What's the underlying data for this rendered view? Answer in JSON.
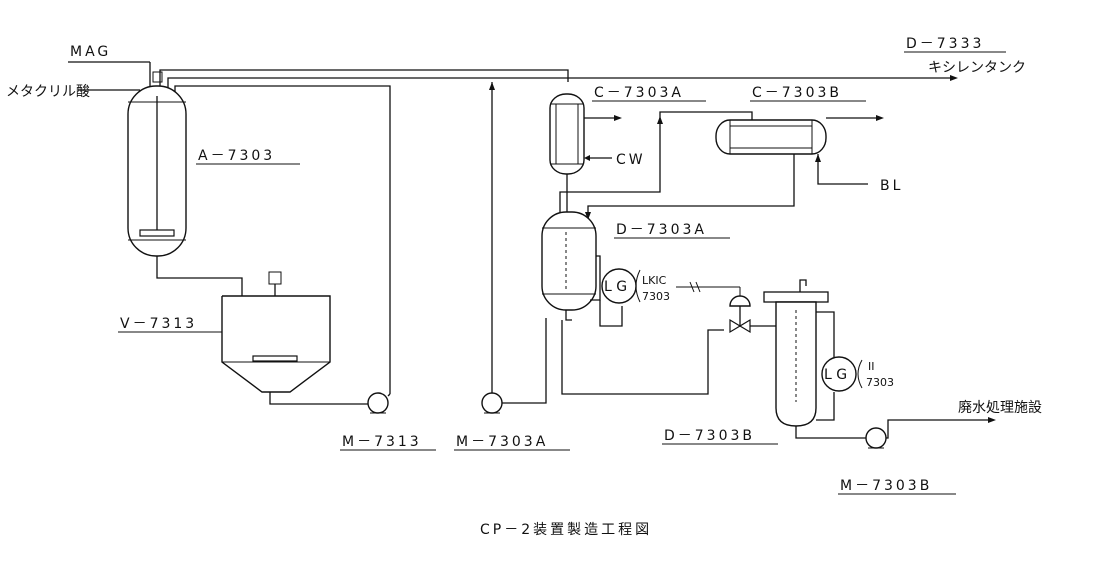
{
  "diagram": {
    "inputs": {
      "mag": "MAG",
      "methacrylic_acid": "メタクリル酸",
      "cw": "CW",
      "bl": "BL"
    },
    "outputs": {
      "xylene_tank_id": "D－7333",
      "xylene_tank": "キシレンタンク",
      "wastewater": "廃水処理施設"
    },
    "equipment": {
      "reactor": "A－7303",
      "v7313": "V－7313",
      "c7303a": "C－7303A",
      "c7303b": "C－7303B",
      "d7303a": "D－7303A",
      "d7303b": "D－7303B",
      "m7313": "M－7313",
      "m7303a": "M－7303A",
      "m7303b": "M－7303B"
    },
    "instruments": {
      "lg": "L G",
      "lkic_tag": "LKIC",
      "lkic_num": "7303",
      "li_tag": "II",
      "li_num": "7303"
    },
    "caption": "CP－2装置製造工程図"
  }
}
